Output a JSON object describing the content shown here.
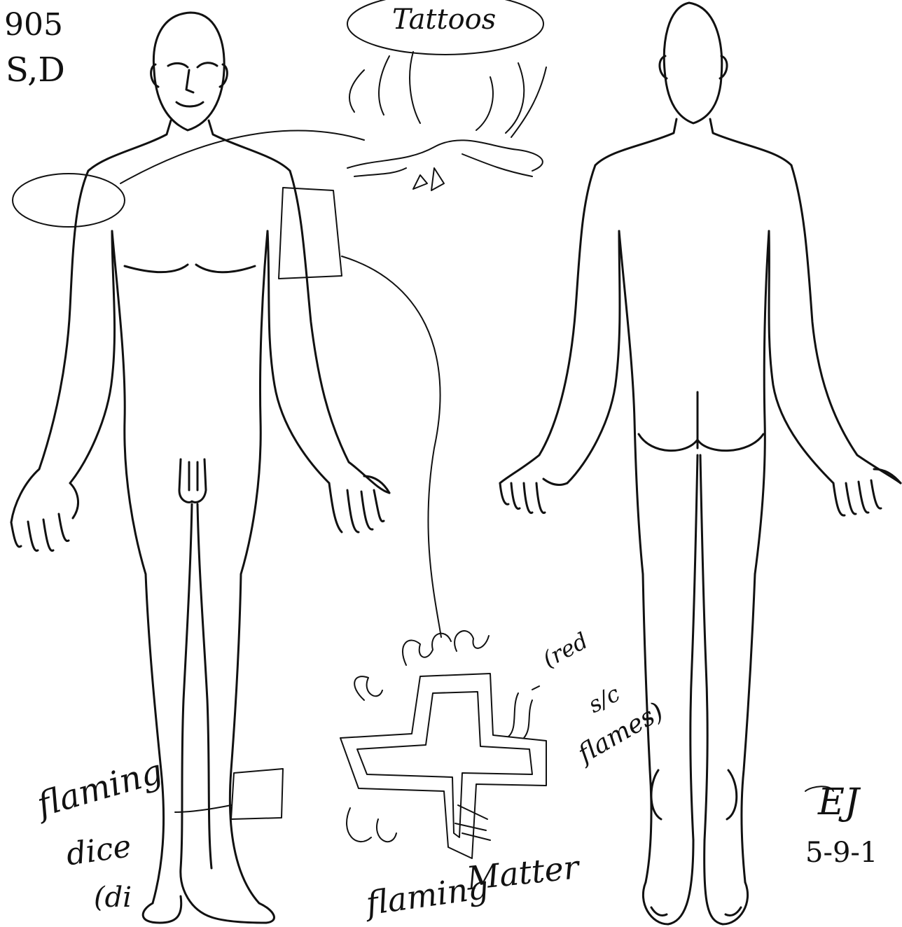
{
  "header_notes": {
    "code": "905",
    "sides": "S,D"
  },
  "tattoo_label": "Tattoos",
  "annotations": {
    "cross_note_1": "(red",
    "cross_note_2": "s/c",
    "cross_note_3": "flames)",
    "dice_line_1": "flaming",
    "dice_line_2": "dice",
    "dice_line_3": "(di",
    "cross_line_1": "flaming",
    "cross_line_2": "Matter"
  },
  "signature": {
    "initials": "EJ",
    "date": "5-9-1"
  },
  "colors": {
    "ink": "#111111",
    "paper": "#ffffff"
  }
}
